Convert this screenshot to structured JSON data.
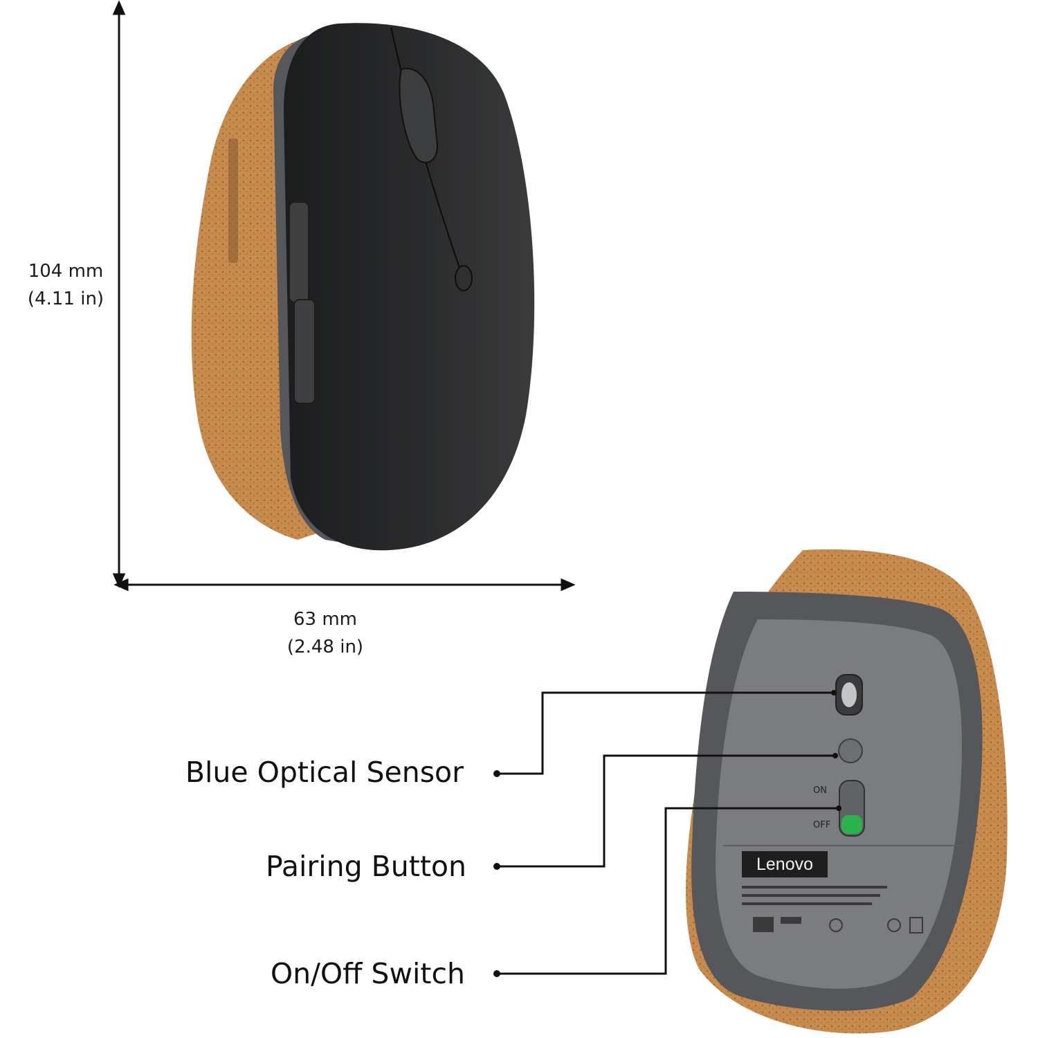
{
  "dimensions": {
    "height_mm": "104 mm",
    "height_in": "(4.11 in)",
    "width_mm": "63 mm",
    "width_in": "(2.48 in)"
  },
  "callouts": {
    "sensor": "Blue Optical Sensor",
    "pairing": "Pairing Button",
    "switch": "On/Off Switch"
  },
  "switch_labels": {
    "on": "ON",
    "off": "OFF"
  },
  "brand": {
    "logo_text": "Lenovo"
  },
  "colors": {
    "cork": "#c58a4c",
    "body_dark": "#232425",
    "rim_gray": "#55575a",
    "plate_gray": "#7a7c7f",
    "switch_green": "#2bb24c"
  }
}
